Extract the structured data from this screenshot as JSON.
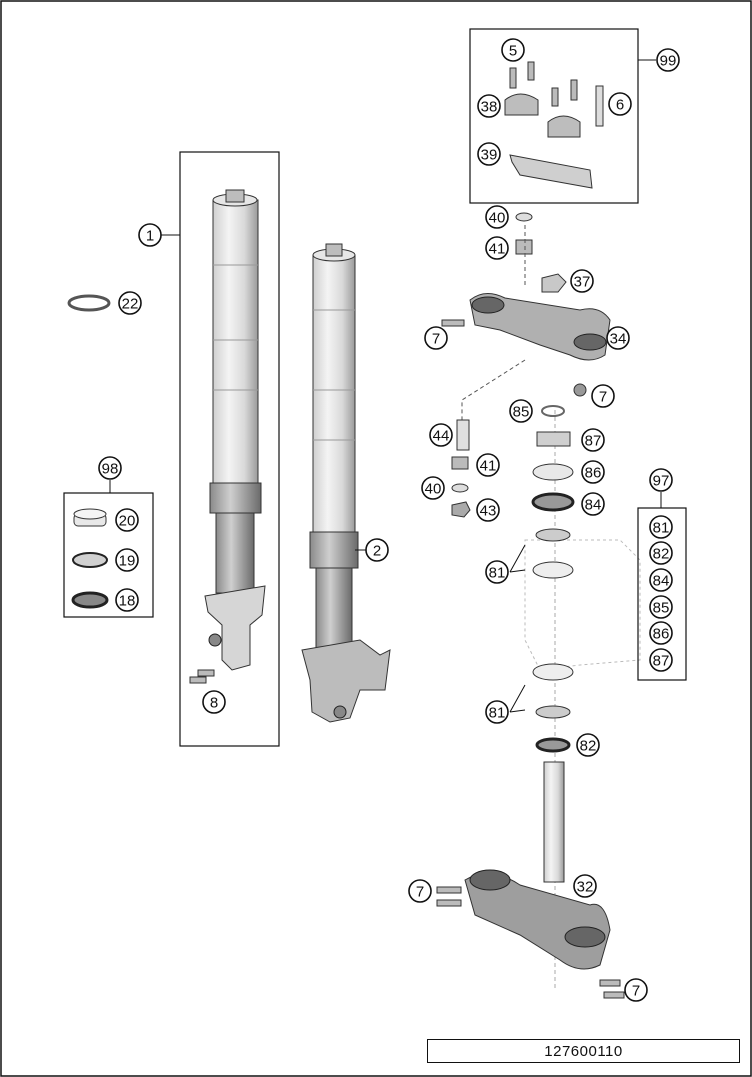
{
  "drawing_number": "127600110",
  "callouts": [
    {
      "id": "c1",
      "label": "1"
    },
    {
      "id": "c2",
      "label": "2"
    },
    {
      "id": "c5",
      "label": "5"
    },
    {
      "id": "c6",
      "label": "6"
    },
    {
      "id": "c7a",
      "label": "7"
    },
    {
      "id": "c7b",
      "label": "7"
    },
    {
      "id": "c7c",
      "label": "7"
    },
    {
      "id": "c7d",
      "label": "7"
    },
    {
      "id": "c8",
      "label": "8"
    },
    {
      "id": "c18",
      "label": "18"
    },
    {
      "id": "c19",
      "label": "19"
    },
    {
      "id": "c20",
      "label": "20"
    },
    {
      "id": "c22",
      "label": "22"
    },
    {
      "id": "c32",
      "label": "32"
    },
    {
      "id": "c34",
      "label": "34"
    },
    {
      "id": "c37",
      "label": "37"
    },
    {
      "id": "c38",
      "label": "38"
    },
    {
      "id": "c39",
      "label": "39"
    },
    {
      "id": "c40a",
      "label": "40"
    },
    {
      "id": "c40b",
      "label": "40"
    },
    {
      "id": "c41a",
      "label": "41"
    },
    {
      "id": "c41b",
      "label": "41"
    },
    {
      "id": "c43",
      "label": "43"
    },
    {
      "id": "c44",
      "label": "44"
    },
    {
      "id": "c81a",
      "label": "81"
    },
    {
      "id": "c81b",
      "label": "81"
    },
    {
      "id": "c82a",
      "label": "82"
    },
    {
      "id": "c84a",
      "label": "84"
    },
    {
      "id": "c85a",
      "label": "85"
    },
    {
      "id": "c86a",
      "label": "86"
    },
    {
      "id": "c87a",
      "label": "87"
    },
    {
      "id": "c97",
      "label": "97"
    },
    {
      "id": "c97_81",
      "label": "81"
    },
    {
      "id": "c97_82",
      "label": "82"
    },
    {
      "id": "c97_84",
      "label": "84"
    },
    {
      "id": "c97_85",
      "label": "85"
    },
    {
      "id": "c97_86",
      "label": "86"
    },
    {
      "id": "c97_87",
      "label": "87"
    },
    {
      "id": "c98",
      "label": "98"
    },
    {
      "id": "c99",
      "label": "99"
    }
  ]
}
